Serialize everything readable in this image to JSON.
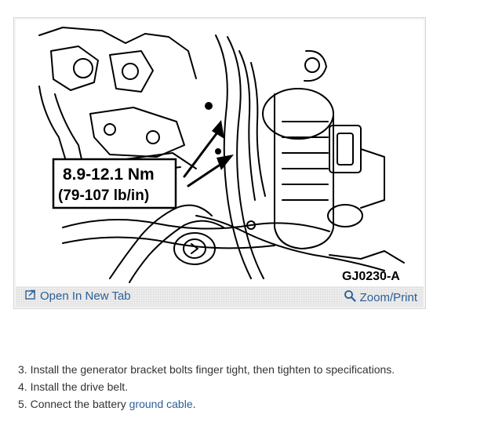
{
  "figure": {
    "torque_spec_nm": "8.9-12.1 Nm",
    "torque_spec_lbin": "(79-107 lb/in)",
    "figure_code": "GJ0230-A"
  },
  "toolbar": {
    "open_in_new_tab": "Open In New Tab",
    "zoom_print": "Zoom/Print"
  },
  "steps": [
    {
      "number": "3.",
      "text": "Install the generator bracket bolts finger tight, then tighten to specifications."
    },
    {
      "number": "4.",
      "text": "Install the drive belt."
    },
    {
      "number": "5.",
      "text": "Connect the battery ",
      "link": "ground cable",
      "suffix": "."
    }
  ],
  "colors": {
    "link": "#2b5f96",
    "text": "#333333",
    "line_art": "#000000"
  },
  "icons": {
    "open_in_new_tab": "new-tab-icon",
    "zoom_print": "magnifier-icon"
  }
}
